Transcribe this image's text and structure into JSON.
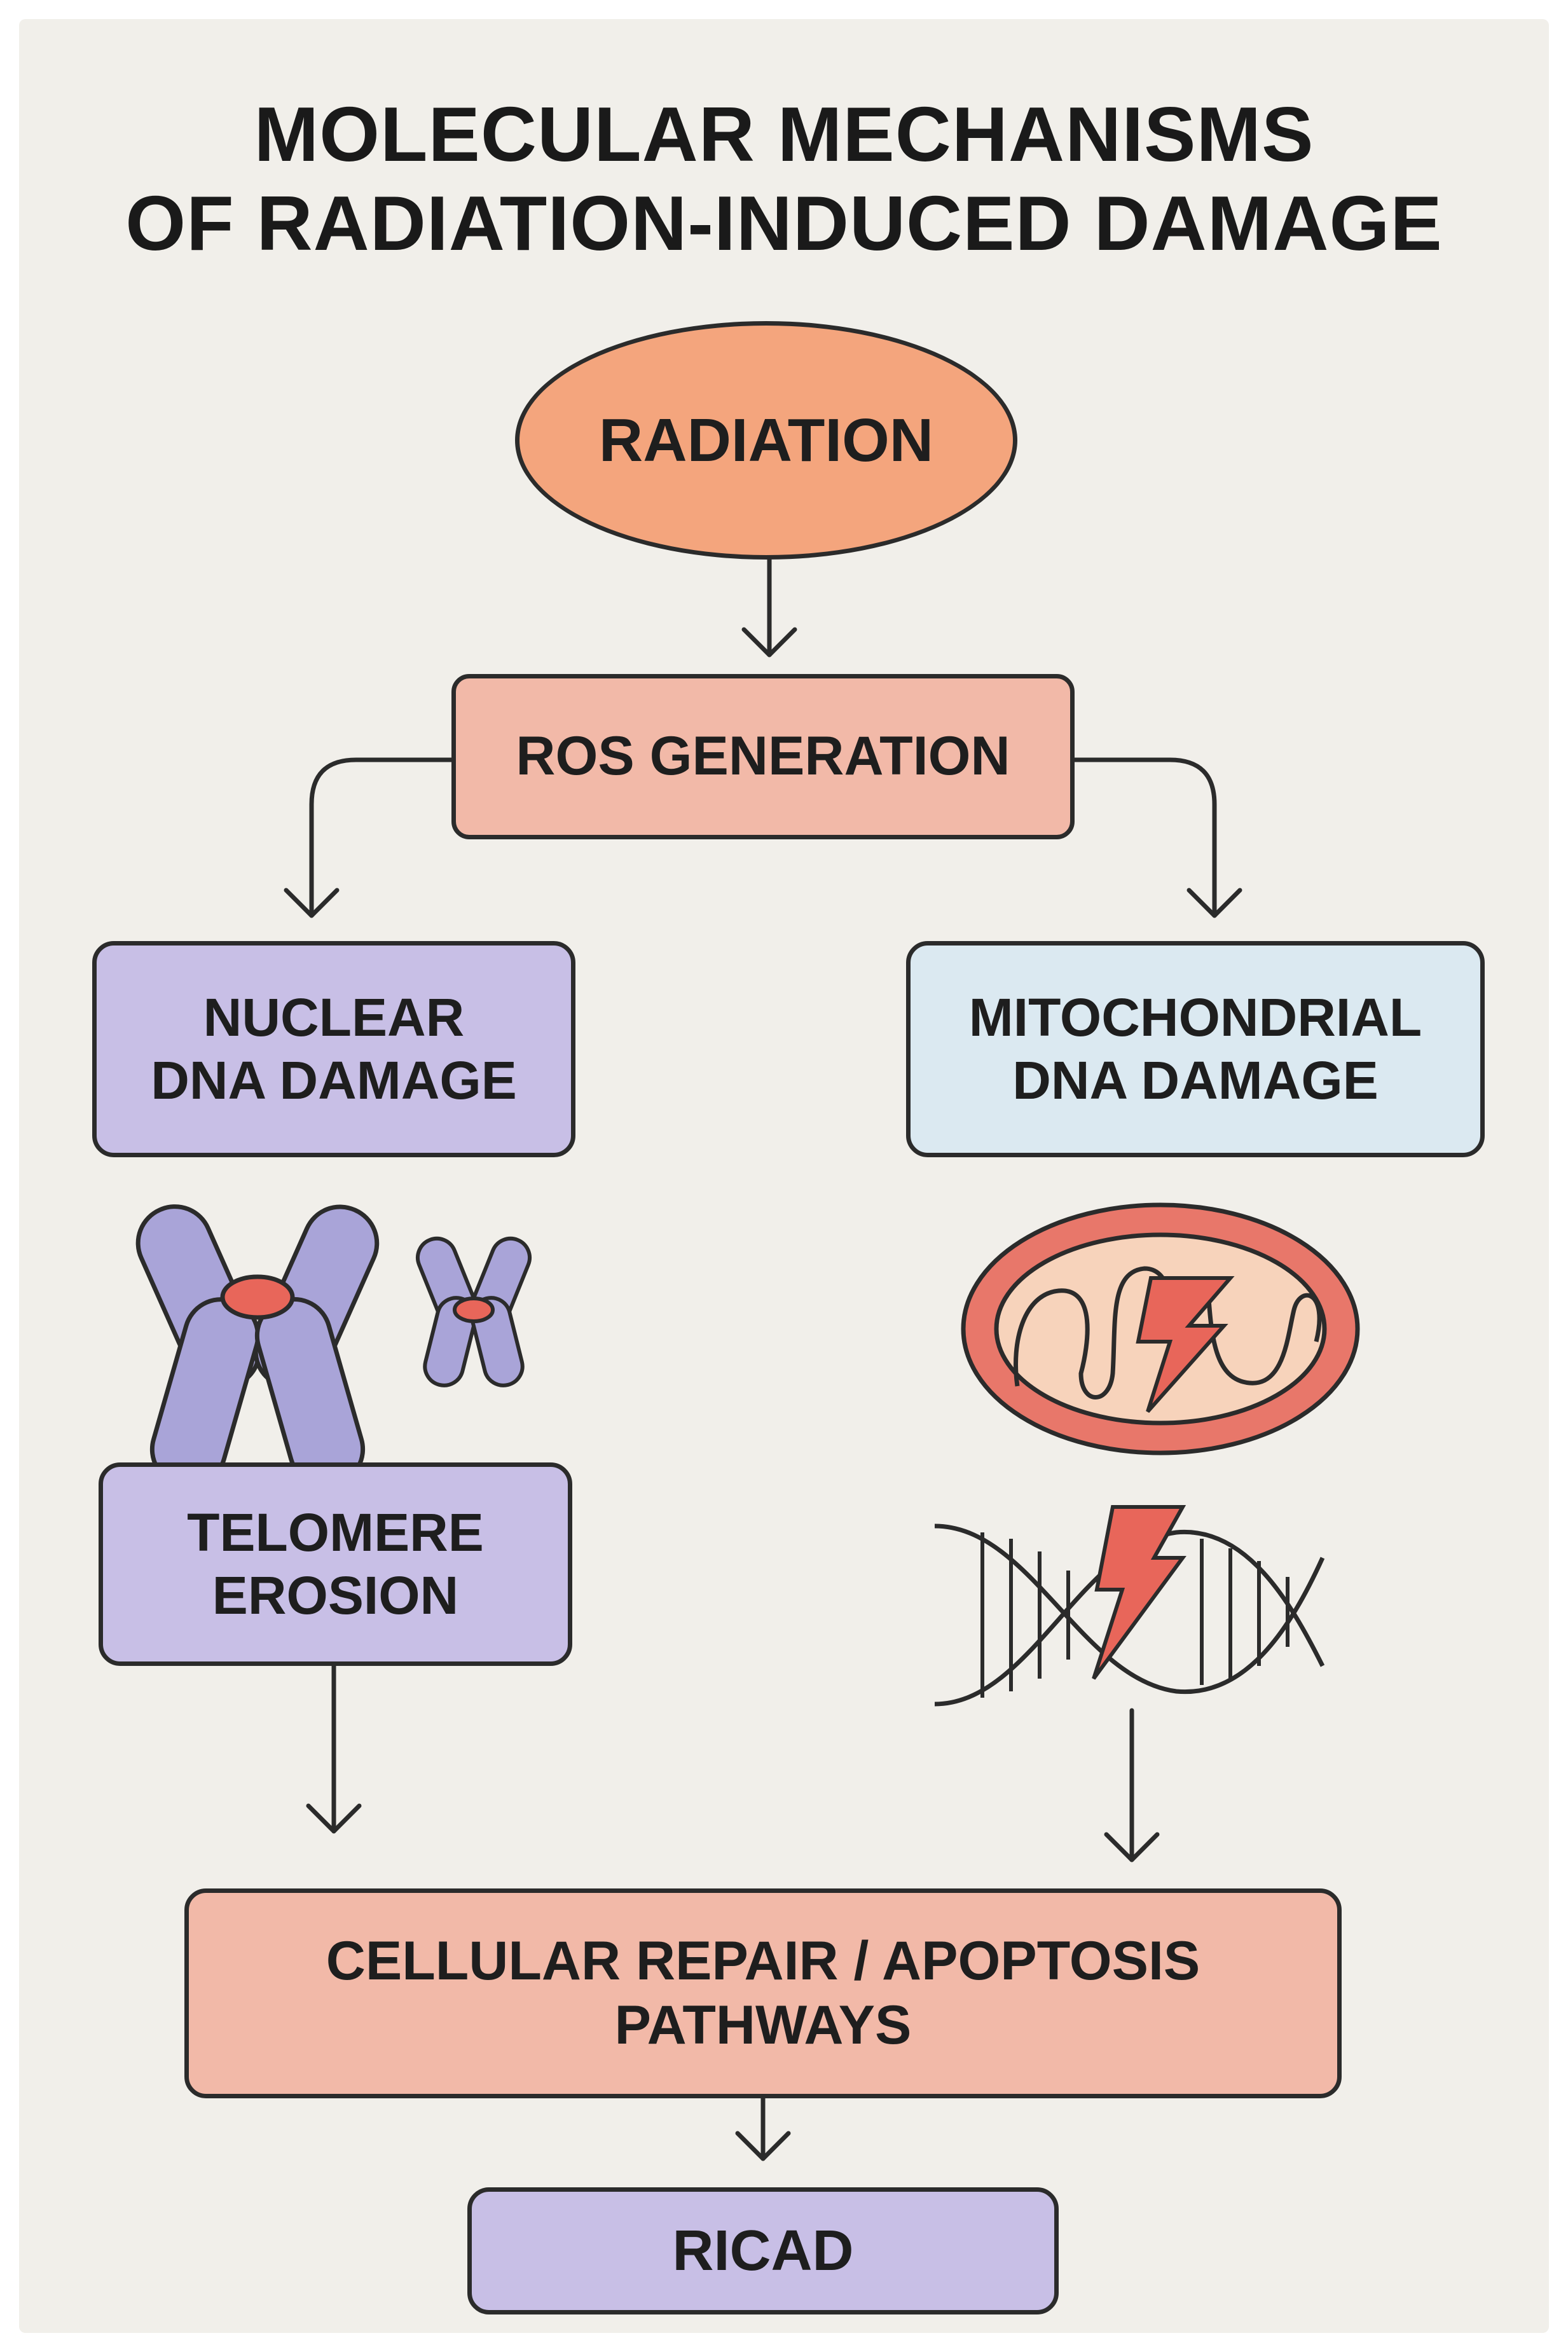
{
  "title": {
    "line1": "MOLECULAR MECHANISMS",
    "line2": "OF RADIATION-INDUCED DAMAGE"
  },
  "nodes": {
    "radiation": "RADIATION",
    "ros": "ROS GENERATION",
    "nuclear": {
      "line1": "NUCLEAR",
      "line2": "DNA DAMAGE"
    },
    "mito": {
      "line1": "MITOCHONDRIAL",
      "line2": "DNA DAMAGE"
    },
    "telomere": {
      "line1": "TELOMERE",
      "line2": "EROSION"
    },
    "repair": {
      "line1": "CELLULAR REPAIR / APOPTOSIS",
      "line2": "PATHWAYS"
    },
    "ricad": "RICAD"
  },
  "colors": {
    "background": "#f1efea",
    "radiation": "#f4a57d",
    "salmon": "#f2b9a8",
    "lavender": "#c8bfe6",
    "light_blue": "#dbe9f1",
    "damage_red": "#e8665a",
    "outline": "#2b2b2b"
  },
  "icons": [
    "chromosome-large-icon",
    "chromosome-small-icon",
    "mitochondrion-lightning-icon",
    "dna-helix-lightning-icon"
  ]
}
